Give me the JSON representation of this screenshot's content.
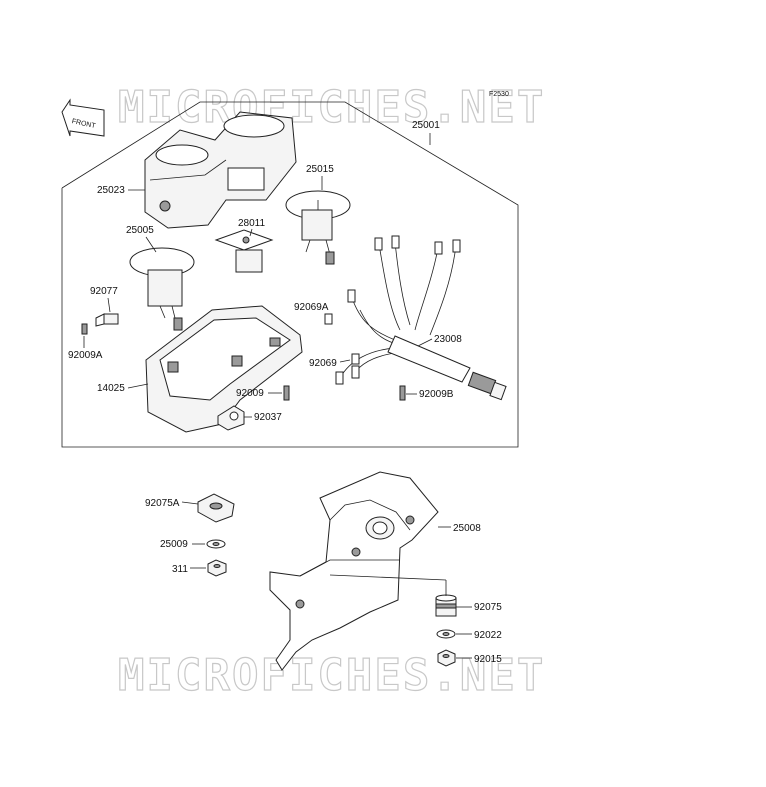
{
  "diagram": {
    "ref_code": "F2530",
    "watermark": "MICROFICHES.NET",
    "front_badge": "FRONT",
    "labels": {
      "p25001": "25001",
      "p25023": "25023",
      "p25015": "25015",
      "p28011": "28011",
      "p25005": "25005",
      "p92077": "92077",
      "p92069A": "92069A",
      "p92009A": "92009A",
      "p23008": "23008",
      "p92069": "92069",
      "p14025": "14025",
      "p92009": "92009",
      "p92009B": "92009B",
      "p92037": "92037",
      "p92075A": "92075A",
      "p25008": "25008",
      "p25009": "25009",
      "p311": "311",
      "p92075": "92075",
      "p92022": "92022",
      "p92015": "92015"
    }
  }
}
